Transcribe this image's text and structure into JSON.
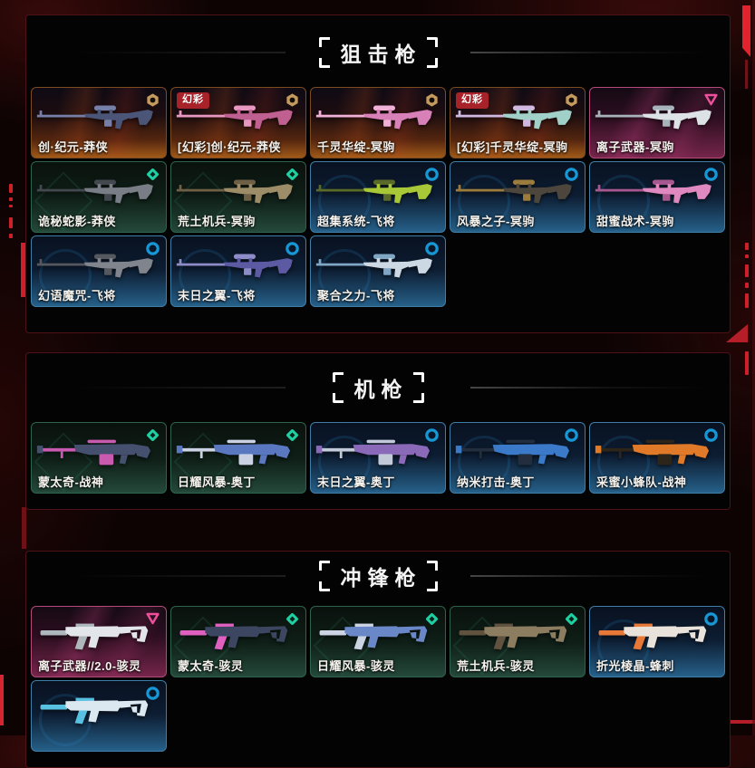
{
  "page": {
    "badge_label": "幻彩",
    "rarity_colors": {
      "hex": "#c59a5d",
      "diamond": "#1ed0a2",
      "circle": "#1798d6",
      "triangle": "#ee4f9a"
    }
  },
  "sections": [
    {
      "title": "狙击枪",
      "gun_type": "sniper",
      "cards": [
        {
          "label": "创·纪元-莽侠",
          "rarity": "hex",
          "theme": "orange",
          "badge": false,
          "weapon_color": "#4a5578",
          "weapon_accent": "#767fa8"
        },
        {
          "label": "[幻彩]创·纪元-莽侠",
          "rarity": "hex",
          "theme": "orange",
          "badge": true,
          "weapon_color": "#c06090",
          "weapon_accent": "#e898c0"
        },
        {
          "label": "千灵华绽-冥驹",
          "rarity": "hex",
          "theme": "orange",
          "badge": false,
          "weapon_color": "#d880b8",
          "weapon_accent": "#f0b0d8"
        },
        {
          "label": "[幻彩]千灵华绽-冥驹",
          "rarity": "hex",
          "theme": "orange",
          "badge": true,
          "weapon_color": "#a0d0c8",
          "weapon_accent": "#d0b8e0"
        },
        {
          "label": "离子武器-冥驹",
          "rarity": "triangle",
          "theme": "pink",
          "badge": false,
          "weapon_color": "#dde2e6",
          "weapon_accent": "#a8b2ba"
        },
        {
          "label": "诡秘蛇影-莽侠",
          "rarity": "diamond",
          "theme": "green",
          "badge": false,
          "weapon_color": "#787d86",
          "weapon_accent": "#43474e"
        },
        {
          "label": "荒土机兵-冥驹",
          "rarity": "diamond",
          "theme": "green",
          "badge": false,
          "weapon_color": "#9c8c68",
          "weapon_accent": "#6e5f45"
        },
        {
          "label": "超集系统-飞将",
          "rarity": "circle",
          "theme": "blue",
          "badge": false,
          "weapon_color": "#a8c838",
          "weapon_accent": "#5a6a28"
        },
        {
          "label": "风暴之子-冥驹",
          "rarity": "circle",
          "theme": "blue",
          "badge": false,
          "weapon_color": "#4c463c",
          "weapon_accent": "#9c7c3c"
        },
        {
          "label": "甜蜜战术-冥驹",
          "rarity": "circle",
          "theme": "blue",
          "badge": false,
          "weapon_color": "#e088c0",
          "weapon_accent": "#a85890"
        },
        {
          "label": "幻语魔咒-飞将",
          "rarity": "circle",
          "theme": "blue",
          "badge": false,
          "weapon_color": "#80848c",
          "weapon_accent": "#55585e"
        },
        {
          "label": "末日之翼-飞将",
          "rarity": "circle",
          "theme": "blue",
          "badge": false,
          "weapon_color": "#5c5aa2",
          "weapon_accent": "#8d8cc8"
        },
        {
          "label": "聚合之力-飞将",
          "rarity": "circle",
          "theme": "blue",
          "badge": false,
          "weapon_color": "#ccd8e4",
          "weapon_accent": "#7fa6c4"
        }
      ]
    },
    {
      "title": "机枪",
      "gun_type": "lmg",
      "cards": [
        {
          "label": "蒙太奇-战神",
          "rarity": "diamond",
          "theme": "green",
          "badge": false,
          "weapon_color": "#44506e",
          "weapon_accent": "#c85ab0"
        },
        {
          "label": "日耀风暴-奥丁",
          "rarity": "diamond",
          "theme": "green",
          "badge": false,
          "weapon_color": "#5a78c0",
          "weapon_accent": "#c9d1e2"
        },
        {
          "label": "末日之翼-奥丁",
          "rarity": "circle",
          "theme": "blue",
          "badge": false,
          "weapon_color": "#8a6ab8",
          "weapon_accent": "#c2c9d8"
        },
        {
          "label": "纳米打击-奥丁",
          "rarity": "circle",
          "theme": "blue",
          "badge": false,
          "weapon_color": "#3a7ac8",
          "weapon_accent": "#222e3e"
        },
        {
          "label": "采蜜小蜂队-战神",
          "rarity": "circle",
          "theme": "blue",
          "badge": false,
          "weapon_color": "#e07a28",
          "weapon_accent": "#2e251a"
        }
      ]
    },
    {
      "title": "冲锋枪",
      "gun_type": "smg",
      "cards": [
        {
          "label": "离子武器//2.0-骇灵",
          "rarity": "triangle",
          "theme": "pink",
          "badge": false,
          "weapon_color": "#e2e6ea",
          "weapon_accent": "#aeb6be"
        },
        {
          "label": "蒙太奇-骇灵",
          "rarity": "diamond",
          "theme": "green",
          "badge": false,
          "weapon_color": "#3c4660",
          "weapon_accent": "#e060c0"
        },
        {
          "label": "日耀风暴-骇灵",
          "rarity": "diamond",
          "theme": "green",
          "badge": false,
          "weapon_color": "#6a88c8",
          "weapon_accent": "#ccd4e4"
        },
        {
          "label": "荒土机兵-骇灵",
          "rarity": "diamond",
          "theme": "green",
          "badge": false,
          "weapon_color": "#8c7c60",
          "weapon_accent": "#60523e"
        },
        {
          "label": "折光棱晶-蜂刺",
          "rarity": "circle",
          "theme": "blue",
          "badge": false,
          "weapon_color": "#e8e2da",
          "weapon_accent": "#e87838"
        },
        {
          "label": "",
          "rarity": "circle",
          "theme": "blue",
          "badge": false,
          "weapon_color": "#dce8f0",
          "weapon_accent": "#58c0e0"
        }
      ]
    }
  ]
}
